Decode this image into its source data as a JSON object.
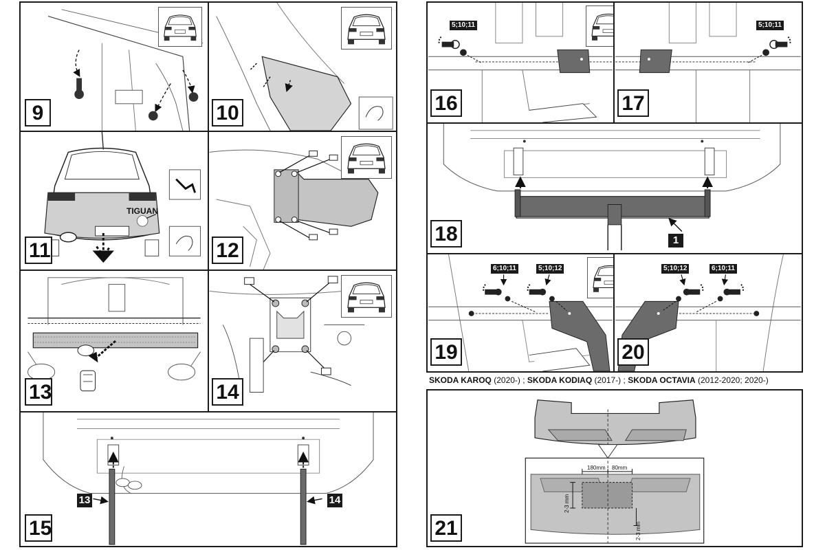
{
  "steps": {
    "s9": "9",
    "s10": "10",
    "s11": "11",
    "s12": "12",
    "s13": "13",
    "s14": "14",
    "s15": "15",
    "s16": "16",
    "s17": "17",
    "s18": "18",
    "s19": "19",
    "s20": "20",
    "s21": "21"
  },
  "labels": {
    "tiguan": "TIGUAN",
    "bolt_5_10_11": "5;10;11",
    "bolt_5_10_12": "5;10;12",
    "bolt_6_10_11": "6;10;11",
    "part_1": "1",
    "part_13": "13",
    "part_14": "14"
  },
  "models": {
    "karoq_name": "SKODA KAROQ",
    "karoq_years": " (2020-) ; ",
    "kodiaq_name": "SKODA KODIAQ",
    "kodiaq_years": " (2017-) ; ",
    "octavia_name": "SKODA OCTAVIA",
    "octavia_years": " (2012-2020; 2020-)"
  },
  "dimensions": {
    "width_left": "180mm",
    "width_right": "80mm",
    "gap_top": "2-3 mm",
    "gap_bottom": "2-3 mm"
  },
  "colors": {
    "line": "#1a1a1a",
    "fill_dark": "#6b6b6b",
    "fill_grey": "#c4c4c4",
    "fill_light": "#e2e2e2"
  }
}
